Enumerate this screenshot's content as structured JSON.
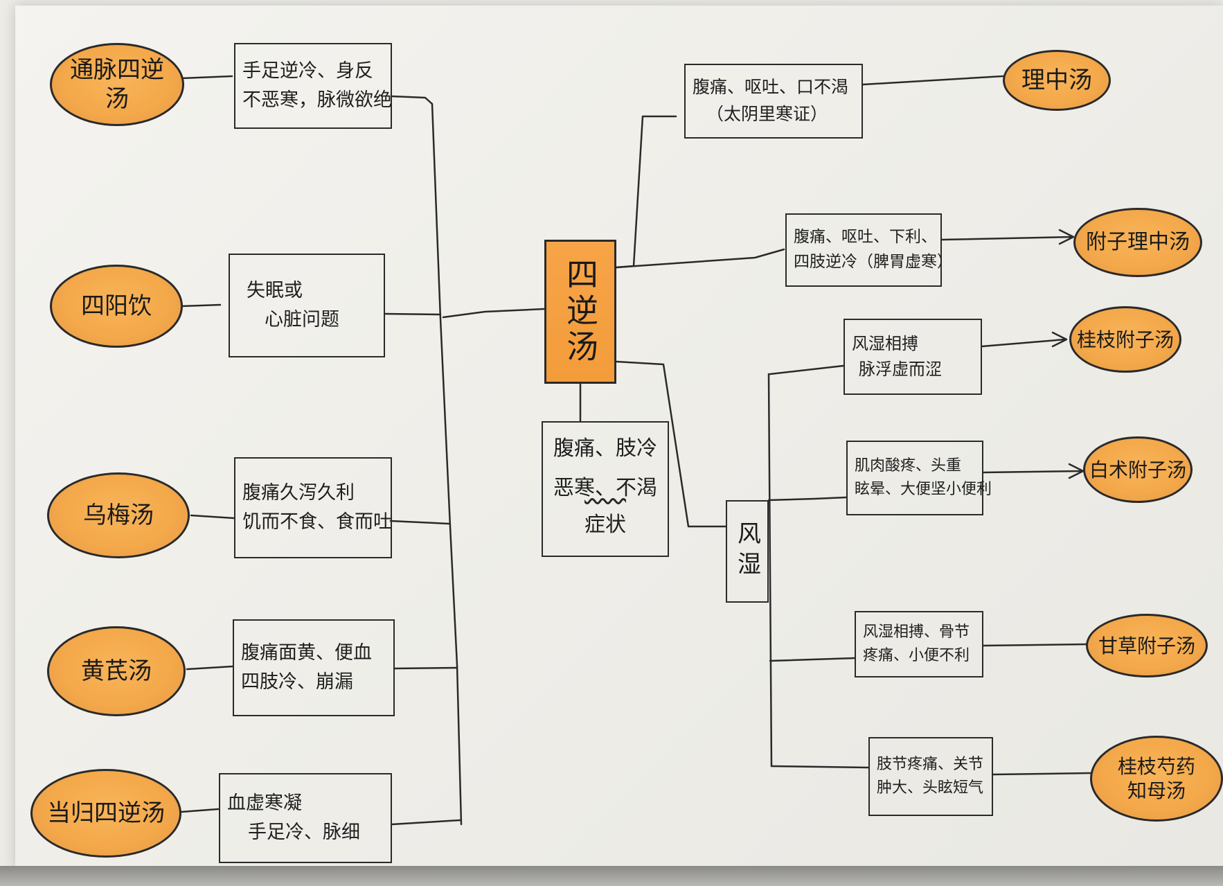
{
  "center": {
    "label": "四逆汤"
  },
  "center_symptoms": {
    "line1": "腹痛、肢冷",
    "line2": "恶寒、不渴",
    "line3": "症状"
  },
  "left_branches": [
    {
      "formula": [
        "通脉四逆",
        "汤"
      ],
      "symptoms": [
        "手足逆冷、身反",
        "不恶寒，脉微欲绝"
      ]
    },
    {
      "formula": [
        "四阳饮"
      ],
      "symptoms": [
        "失眠或",
        "心脏问题"
      ]
    },
    {
      "formula": [
        "乌梅汤"
      ],
      "symptoms": [
        "腹痛久泻久利",
        "饥而不食、食而吐"
      ]
    },
    {
      "formula": [
        "黄芪汤"
      ],
      "symptoms": [
        "腹痛面黄、便血",
        "四肢冷、崩漏"
      ]
    },
    {
      "formula": [
        "当归四逆汤"
      ],
      "symptoms": [
        "血虚寒凝",
        "手足冷、脉细"
      ]
    }
  ],
  "right_upper": [
    {
      "symptoms": [
        "腹痛、呕吐、口不渴",
        "（太阴里寒证）"
      ],
      "formula": [
        "理中汤"
      ]
    },
    {
      "symptoms": [
        "腹痛、呕吐、下利、",
        "四肢逆冷（脾胃虚寒）"
      ],
      "formula": [
        "附子理中汤"
      ]
    }
  ],
  "fengshi": {
    "label": "风湿"
  },
  "fengshi_branches": [
    {
      "symptoms": [
        "风湿相搏",
        "脉浮虚而涩"
      ],
      "formula": [
        "桂枝附子汤"
      ]
    },
    {
      "symptoms": [
        "肌肉酸疼、头重",
        "眩晕、大便坚小便利"
      ],
      "formula": [
        "白术附子汤"
      ]
    },
    {
      "symptoms": [
        "风湿相搏、骨节",
        "疼痛、小便不利"
      ],
      "formula": [
        "甘草附子汤"
      ]
    },
    {
      "symptoms": [
        "肢节疼痛、关节",
        "肿大、头眩短气"
      ],
      "formula": [
        "桂枝芍药",
        "知母汤"
      ]
    }
  ]
}
